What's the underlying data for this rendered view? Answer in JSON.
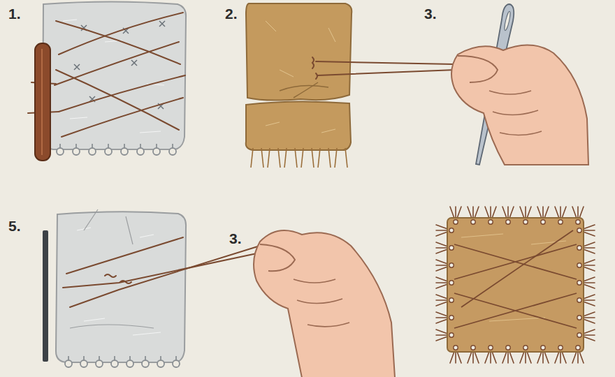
{
  "diagram": {
    "labels": [
      "1.",
      "2.",
      "3.",
      "5.",
      "3."
    ]
  }
}
